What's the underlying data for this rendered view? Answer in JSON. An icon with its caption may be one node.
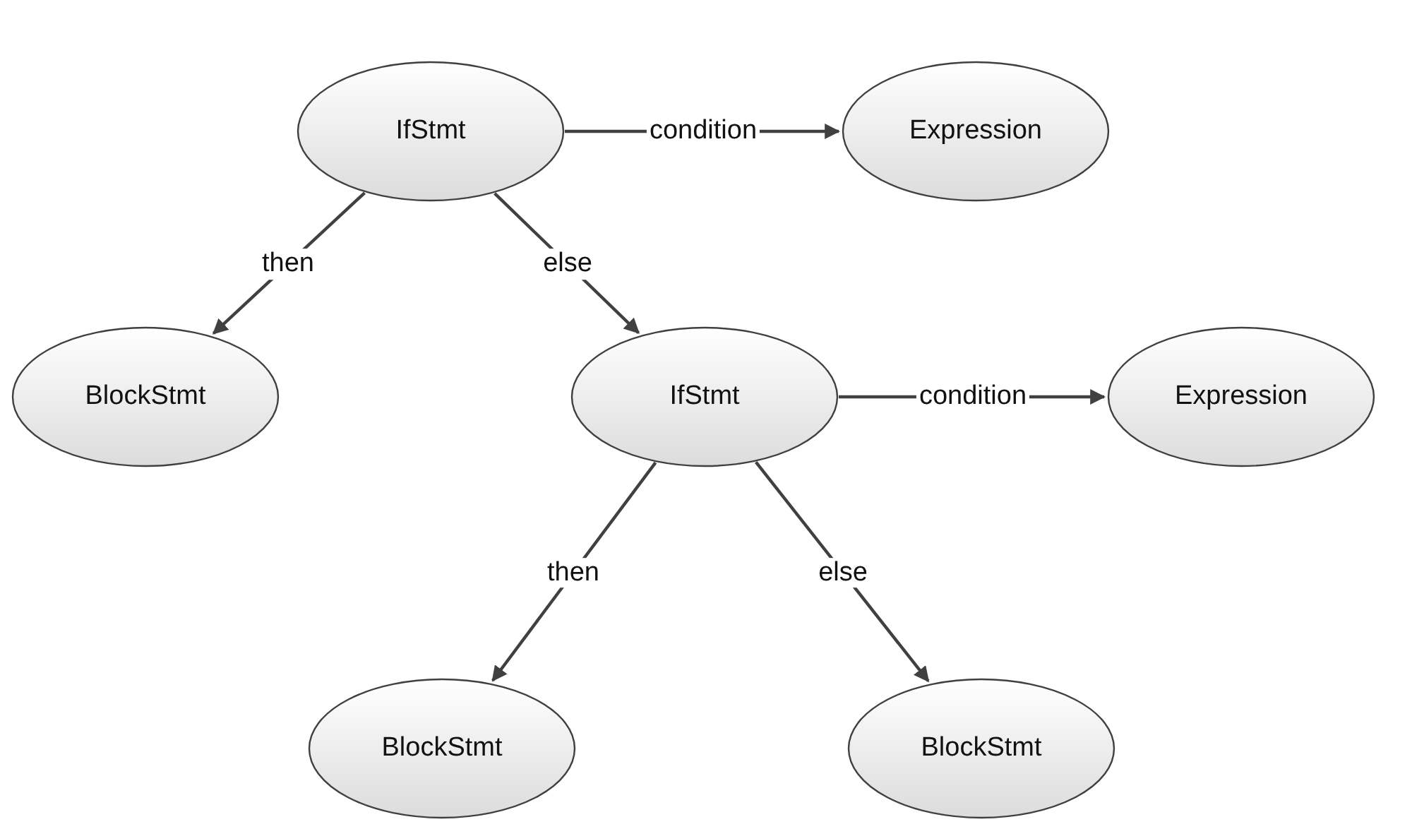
{
  "diagram": {
    "nodes": [
      {
        "text": [
          "IfStmt"
        ]
      },
      {
        "text": [
          "Expression"
        ]
      },
      {
        "text": [
          "BlockStmt"
        ]
      },
      {
        "text": [
          "IfStmt"
        ]
      },
      {
        "text": [
          "Expression"
        ]
      },
      {
        "text": [
          "BlockStmt"
        ]
      },
      {
        "text": [
          "BlockStmt"
        ]
      }
    ],
    "edges": [
      {
        "from": 0,
        "to": 1,
        "arrow": "to",
        "label": "condition"
      },
      {
        "from": 0,
        "to": 2,
        "arrow": "to",
        "label": "then"
      },
      {
        "from": 0,
        "to": 3,
        "arrow": "to",
        "label": "else"
      },
      {
        "from": 3,
        "to": 4,
        "arrow": "to",
        "label": "condition"
      },
      {
        "from": 3,
        "to": 5,
        "arrow": "to",
        "label": "then"
      },
      {
        "from": 3,
        "to": 6,
        "arrow": "to",
        "label": "else"
      }
    ]
  }
}
